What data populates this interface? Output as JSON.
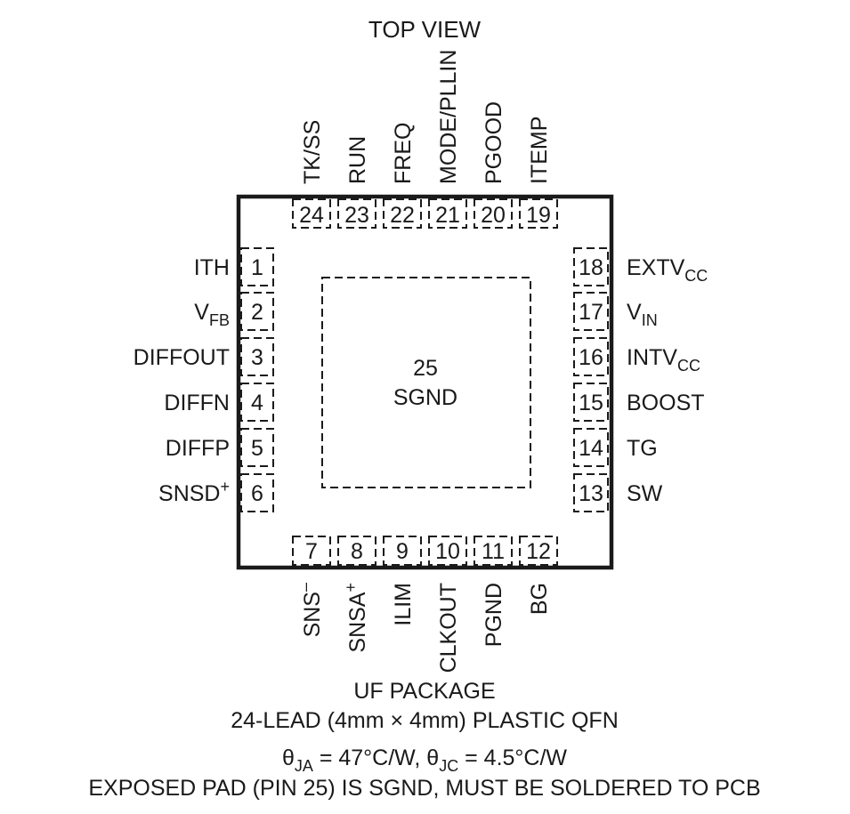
{
  "diagram": {
    "view_title": "TOP VIEW",
    "exposed_pad": {
      "number": "25",
      "name": "SGND"
    },
    "pins": {
      "left": [
        {
          "num": "1",
          "label": "ITH"
        },
        {
          "num": "2",
          "label": "V",
          "sub": "FB"
        },
        {
          "num": "3",
          "label": "DIFFOUT"
        },
        {
          "num": "4",
          "label": "DIFFN"
        },
        {
          "num": "5",
          "label": "DIFFP"
        },
        {
          "num": "6",
          "label": "SNSD",
          "sup": "+"
        }
      ],
      "bottom": [
        {
          "num": "7",
          "label": "SNS",
          "sup": "–"
        },
        {
          "num": "8",
          "label": "SNSA",
          "sup": "+"
        },
        {
          "num": "9",
          "label": "ILIM"
        },
        {
          "num": "10",
          "label": "CLKOUT"
        },
        {
          "num": "11",
          "label": "PGND"
        },
        {
          "num": "12",
          "label": "BG"
        }
      ],
      "right": [
        {
          "num": "13",
          "label": "SW"
        },
        {
          "num": "14",
          "label": "TG"
        },
        {
          "num": "15",
          "label": "BOOST"
        },
        {
          "num": "16",
          "label": "INTV",
          "sub": "CC"
        },
        {
          "num": "17",
          "label": "V",
          "sub": "IN"
        },
        {
          "num": "18",
          "label": "EXTV",
          "sub": "CC"
        }
      ],
      "top": [
        {
          "num": "19",
          "label": "ITEMP"
        },
        {
          "num": "20",
          "label": "PGOOD"
        },
        {
          "num": "21",
          "label": "MODE/PLLIN"
        },
        {
          "num": "22",
          "label": "FREQ"
        },
        {
          "num": "23",
          "label": "RUN"
        },
        {
          "num": "24",
          "label": "TK/SS"
        }
      ]
    },
    "caption": {
      "package": "UF PACKAGE",
      "lead": "24-LEAD (4mm × 4mm) PLASTIC QFN",
      "thermal": {
        "theta_ja_sym": "θ",
        "theta_ja_sub": "JA",
        "theta_ja_val": " = 47°C/W, ",
        "theta_jc_sym": "θ",
        "theta_jc_sub": "JC",
        "theta_jc_val": " = 4.5°C/W"
      },
      "note": "EXPOSED PAD (PIN 25) IS SGND, MUST BE SOLDERED TO PCB"
    }
  }
}
